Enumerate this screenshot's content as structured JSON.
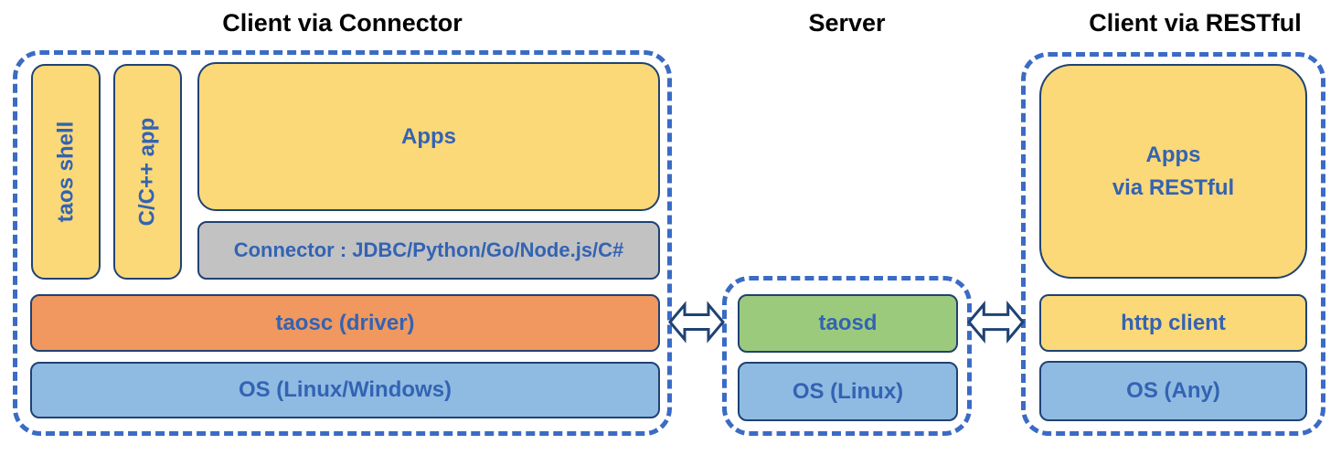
{
  "left": {
    "title": "Client via Connector",
    "taos_shell": "taos shell",
    "cpp_app": "C/C++ app",
    "apps": "Apps",
    "connector": "Connector : JDBC/Python/Go/Node.js/C#",
    "taosc": "taosc (driver)",
    "os": "OS (Linux/Windows)"
  },
  "server": {
    "title": "Server",
    "taosd": "taosd",
    "os": "OS (Linux)"
  },
  "right": {
    "title": "Client via RESTful",
    "apps_line1": "Apps",
    "apps_line2": "via RESTful",
    "http_client": "http client",
    "os": "OS (Any)"
  },
  "icons": {
    "arrow_between_client_and_server": "double-headed-arrow-icon",
    "arrow_between_server_and_restful": "double-headed-arrow-icon"
  },
  "colors": {
    "yellow": "#FBD878",
    "orange": "#F0985F",
    "blue_box": "#8FBBE2",
    "green": "#9CCA7D",
    "gray": "#C2C2C2",
    "border": "#1F4273",
    "dashed": "#3A6BC5",
    "label": "#3363B3",
    "title_color": "#000000"
  }
}
